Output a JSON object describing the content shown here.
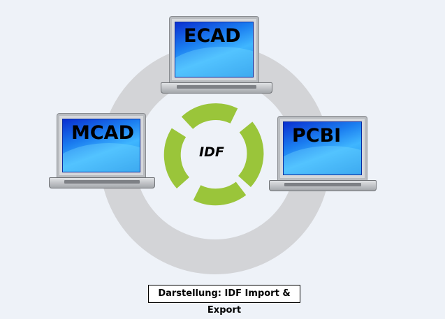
{
  "nodes": [
    {
      "label": "ECAD"
    },
    {
      "label": "MCAD"
    },
    {
      "label": "PCBI"
    }
  ],
  "center": {
    "label": "IDF"
  },
  "caption": "Darstellung: IDF Import & Export",
  "colors": {
    "background": "#eef2f8",
    "ring": "#d2d3d6",
    "cycle": "#9ac53a"
  }
}
